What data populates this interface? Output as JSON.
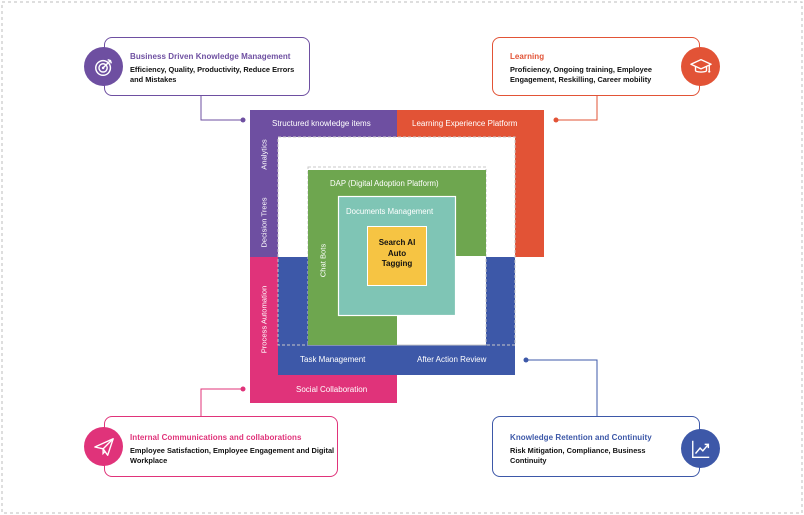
{
  "cards": {
    "business": {
      "title": "Business Driven Knowledge Management",
      "description": "Efficiency, Quality, Productivity, Reduce Errors and Mistakes",
      "color": "#6e4fa1",
      "icon": "target-icon"
    },
    "learning": {
      "title": "Learning",
      "description": "Proficiency, Ongoing training, Employee Engagement, Reskilling, Career mobility",
      "color": "#e25336",
      "icon": "graduation-cap-icon"
    },
    "internal": {
      "title": "Internal Communications and collaborations",
      "description": "Employee Satisfaction, Employee Engagement and Digital Workplace",
      "color": "#e0337a",
      "icon": "paper-plane-icon"
    },
    "retention": {
      "title": "Knowledge Retention and Continuity",
      "description": "Risk Mitigation, Compliance, Business Continuity",
      "color": "#3d58a8",
      "icon": "trend-chart-icon"
    }
  },
  "frames": {
    "purple": {
      "top_label": "Structured knowledge items",
      "side_label_upper": "Analytics",
      "side_label_lower": "Decision Trees",
      "color": "#6e4fa1"
    },
    "orange": {
      "top_label": "Learning Experience Platform",
      "color": "#e25336"
    },
    "pink": {
      "side_label": "Process Automation",
      "bottom_label": "Social Collaboration",
      "color": "#e0337a"
    },
    "blue": {
      "left_label": "Task Management",
      "right_label": "After Action Review",
      "color": "#3d58a8"
    },
    "green": {
      "top_label": "DAP (Digital Adoption Platform)",
      "side_label": "Chat Bots",
      "color": "#6ea64f"
    },
    "teal": {
      "top_label": "Documents Management",
      "color": "#7fc5b5"
    },
    "core": {
      "line1": "Search AI",
      "line2": "Auto",
      "line3": "Tagging",
      "color": "#f6c443"
    }
  }
}
